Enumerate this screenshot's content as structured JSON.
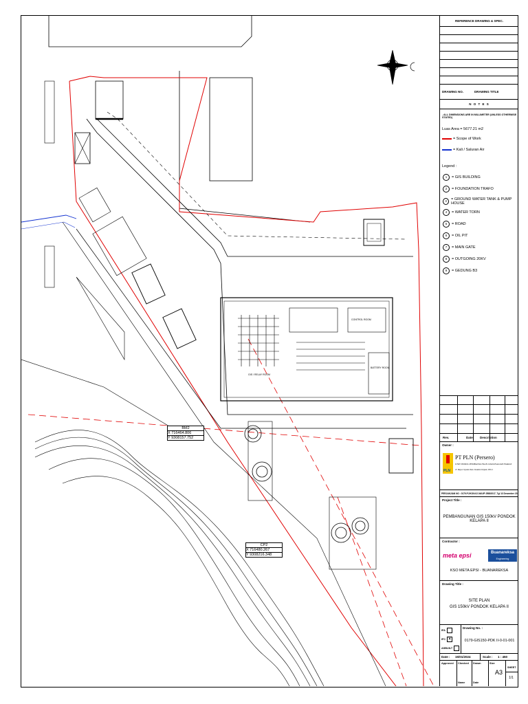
{
  "title_block": {
    "ref_header": "REFERENCE DRAWING & SPEC.",
    "drawing_no_label": "DRAWING NO.",
    "drawing_title_label": "DRAWING TITLE",
    "notes_header": "N O T E S",
    "note_1": "- ALL DIMENSIONS ARE IN MILLIMETER (UNLESS OTHERWISE STATED)",
    "area": "Luas Area = 5677.21 m2",
    "scope_label": "= Scope of Work",
    "river_label": "= Kali / Saluran Air",
    "scope_color": "#e00000",
    "river_color": "#1030d0",
    "legend_header": "Legend :",
    "legend": [
      {
        "n": "1",
        "label": "= GIS BUILDING"
      },
      {
        "n": "2",
        "label": "= FOUNDATION TRAFO"
      },
      {
        "n": "3",
        "label": "= GROUND WATER TANK & PUMP HOUSE"
      },
      {
        "n": "4",
        "label": "= WATER TORN"
      },
      {
        "n": "5",
        "label": "= ROAD"
      },
      {
        "n": "6",
        "label": "= OIL PIT"
      },
      {
        "n": "7",
        "label": "= MAIN GATE"
      },
      {
        "n": "8",
        "label": "= OUTGOING 20KV"
      },
      {
        "n": "9",
        "label": "= GEDUNG B3"
      }
    ],
    "rev_col_no": "Rev.",
    "rev_col_date": "Date",
    "rev_col_desc": "Description",
    "owner_label": "Owner :",
    "owner_name": "PT PLN (Persero)",
    "owner_unit": "UNIT INDUK PEMBANGUNAN JAWA BAGIAN BARAT",
    "owner_address": "Jl. Raya Ciputat Kav. Kodam Depok 16511",
    "pln_text": "PLN",
    "contract": "PERJANJIAN NO : 0179.PJ/KON.02.04/UIP JBB/2017, Tgl 13 Desember 2017",
    "project_label": "Project Title :",
    "project_title": "PEMBANGUNAN GIS 150kV PONDOK KELAPA II",
    "contractor_label": "Contractor :",
    "contractor_1": "meta epsi",
    "contractor_2": "Buanareksa",
    "contractor_2_sub": "Engineering",
    "consortium": "KSO META EPSI - BUANAREKSA",
    "drawing_title_label2": "Drawing Title :",
    "drawing_title_1": "SITE PLAN",
    "drawing_title_2": "GIS 150kV PONDOK KELAPA II",
    "status": [
      {
        "code": "IFA",
        "checked": false
      },
      {
        "code": "IFC",
        "checked": true
      },
      {
        "code": "ASBUILT",
        "checked": false
      }
    ],
    "drawing_no_label2": "Drawing No. :",
    "drawing_no": "0179-GIS150-PDK II-0-01-001",
    "date_label": "Date :",
    "date_value": "15/01/2024",
    "scale_label": "Scale :",
    "scale_value": "1 : 450",
    "approved_label": "Approved",
    "checked_label": "Checked",
    "drawn_label": "Drawn",
    "size_label": "Size",
    "size_value": "A3",
    "sheet_label": "SHEET",
    "sheet_value": "1/1",
    "name_label": "Name",
    "date_short": "Date"
  },
  "bench_marks": [
    {
      "name": "BM2",
      "x": "716464.806",
      "y": "9308157.752"
    },
    {
      "name": "CP2",
      "x": "716480.267",
      "y": "9308216.348"
    }
  ],
  "room_labels": {
    "gis_hall": "GIS / RELAY ROOM",
    "control_room": "CONTROL ROOM",
    "battery_room": "BATTERY ROOM"
  }
}
